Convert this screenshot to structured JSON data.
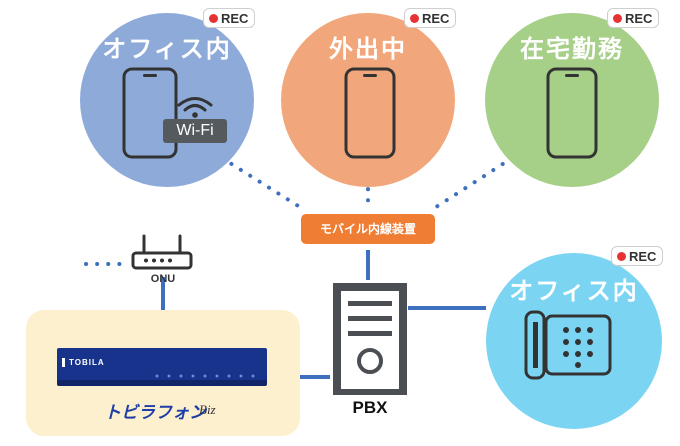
{
  "circles": {
    "office_mobile": {
      "label": "オフィス内",
      "color": "#8eaad9"
    },
    "outside": {
      "label": "外出中",
      "color": "#f1a77b"
    },
    "remote": {
      "label": "在宅勤務",
      "color": "#a6cf88"
    },
    "office_desk": {
      "label": "オフィス内",
      "color": "#7cd4f3"
    }
  },
  "rec_badge": "REC",
  "wifi_label": "Wi-Fi",
  "mobile_extension_label": "モバイル内線装置",
  "onu_label": "ONU",
  "pbx_label": "PBX",
  "device_brand": "TOBILA",
  "product_logo": {
    "name": "トビラフォン",
    "suffix": "Biz"
  },
  "colors": {
    "line": "#3f6fbf",
    "accent_orange": "#ef7d33",
    "device_blue": "#17338c",
    "panel": "#fdf0cf",
    "rec_dot": "#e53333"
  },
  "icons": [
    "phone-icon",
    "wifi-icon",
    "router-icon",
    "server-icon",
    "desk-phone-icon",
    "rec-dot-icon"
  ]
}
